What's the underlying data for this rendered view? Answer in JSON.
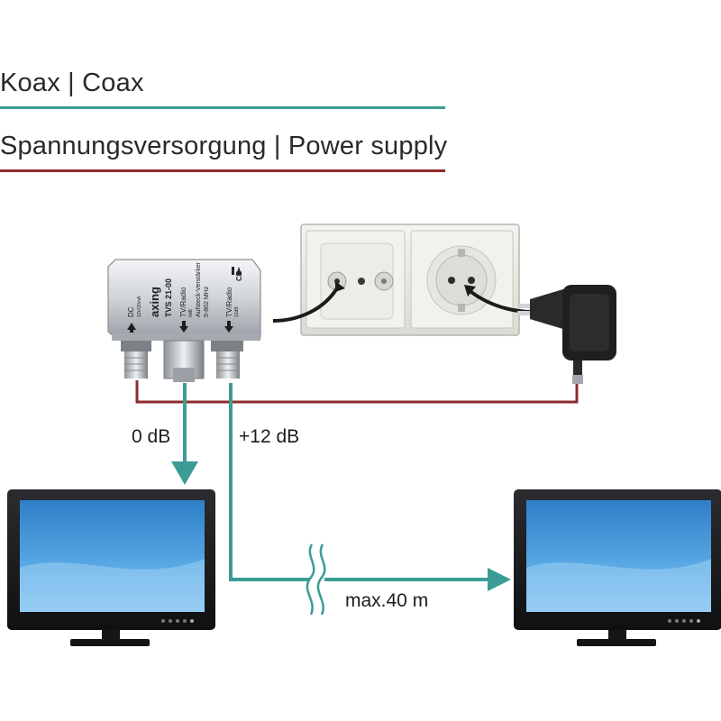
{
  "legend": {
    "coax_label": "Koax | Coax",
    "power_label": "Spannungsversorgung | Power supply",
    "coax_color": "#3a9c94",
    "power_color": "#8e2b2b"
  },
  "labels": {
    "output_left": "0 dB",
    "output_right": "+12 dB",
    "distance": "max.40 m"
  },
  "device": {
    "brand": "axing",
    "model": "TVS 21-00",
    "dc_label": "DC",
    "dc_sub": "12V/20mA",
    "tv_radio_1": "TV/Radio",
    "tv_radio_1_sub": "0dB",
    "amp_label": "Aufsteck-Verstärker",
    "freq_label": "5-862 MHz",
    "tv_radio_2": "TV/Radio",
    "tv_radio_2_sub": "12dB",
    "ce_mark": "CE"
  },
  "colors": {
    "coax": "#3a9c94",
    "power": "#8e2b2b",
    "screen": "#3a8fd0",
    "wall_plate": "#ecebe7"
  }
}
